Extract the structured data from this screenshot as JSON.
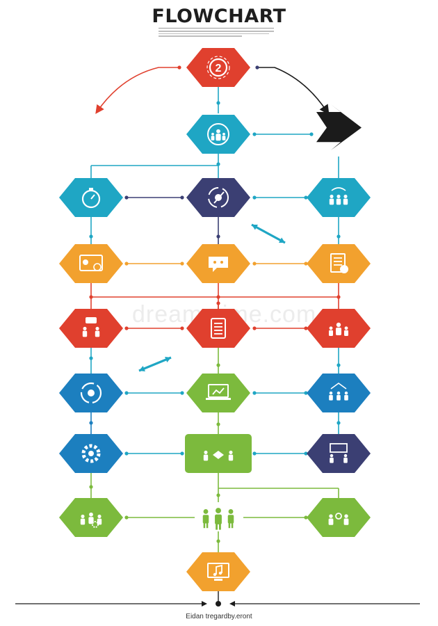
{
  "title": "FLOWCHART",
  "watermark": "dreamstime.com",
  "footer": "Eidan tregardby.eront",
  "palette": {
    "red": "#e0402e",
    "teal": "#1fa6c4",
    "navy": "#3b3f73",
    "orange": "#f2a12e",
    "blue": "#1c7fbf",
    "green": "#7cba3d",
    "black": "#1b1b1b"
  },
  "nodes": [
    {
      "id": "top-badge",
      "color": "red",
      "icon": "badge-2-icon",
      "label": "2"
    },
    {
      "id": "team-circle",
      "color": "teal",
      "icon": "team-circle-icon"
    },
    {
      "id": "stopwatch",
      "color": "teal",
      "icon": "stopwatch-icon"
    },
    {
      "id": "process-cycle",
      "color": "navy",
      "icon": "process-cycle-icon"
    },
    {
      "id": "group-presentation",
      "color": "teal",
      "icon": "group-icon"
    },
    {
      "id": "finance-screen",
      "color": "orange",
      "icon": "finance-screen-icon"
    },
    {
      "id": "chat-bubble",
      "color": "orange",
      "icon": "chat-bubble-icon"
    },
    {
      "id": "user-document",
      "color": "orange",
      "icon": "user-document-icon"
    },
    {
      "id": "team-discussion",
      "color": "red",
      "icon": "team-discussion-icon"
    },
    {
      "id": "notebook",
      "color": "red",
      "icon": "notebook-icon"
    },
    {
      "id": "team-people",
      "color": "red",
      "icon": "team-people-icon"
    },
    {
      "id": "target-cycle",
      "color": "blue",
      "icon": "target-cycle-icon"
    },
    {
      "id": "laptop-chart",
      "color": "green",
      "icon": "laptop-chart-icon"
    },
    {
      "id": "network-people",
      "color": "blue",
      "icon": "network-people-icon"
    },
    {
      "id": "gear",
      "color": "blue",
      "icon": "gear-icon"
    },
    {
      "id": "handshake-deal",
      "color": "green",
      "icon": "handshake-icon"
    },
    {
      "id": "presentation-board",
      "color": "navy",
      "icon": "presentation-board-icon"
    },
    {
      "id": "people-settings",
      "color": "green",
      "icon": "people-gear-icon"
    },
    {
      "id": "people-trio",
      "color": "green",
      "icon": "people-trio-icon"
    },
    {
      "id": "people-exchange",
      "color": "green",
      "icon": "people-exchange-icon"
    },
    {
      "id": "music-screen",
      "color": "orange",
      "icon": "music-screen-icon"
    }
  ],
  "arrows": [
    {
      "id": "big-right-arrow",
      "color": "black",
      "icon": "big-arrow-icon"
    },
    {
      "id": "double-arrow-1",
      "color": "teal",
      "icon": "double-arrow-icon"
    },
    {
      "id": "double-arrow-2",
      "color": "teal",
      "icon": "double-arrow-icon"
    }
  ]
}
